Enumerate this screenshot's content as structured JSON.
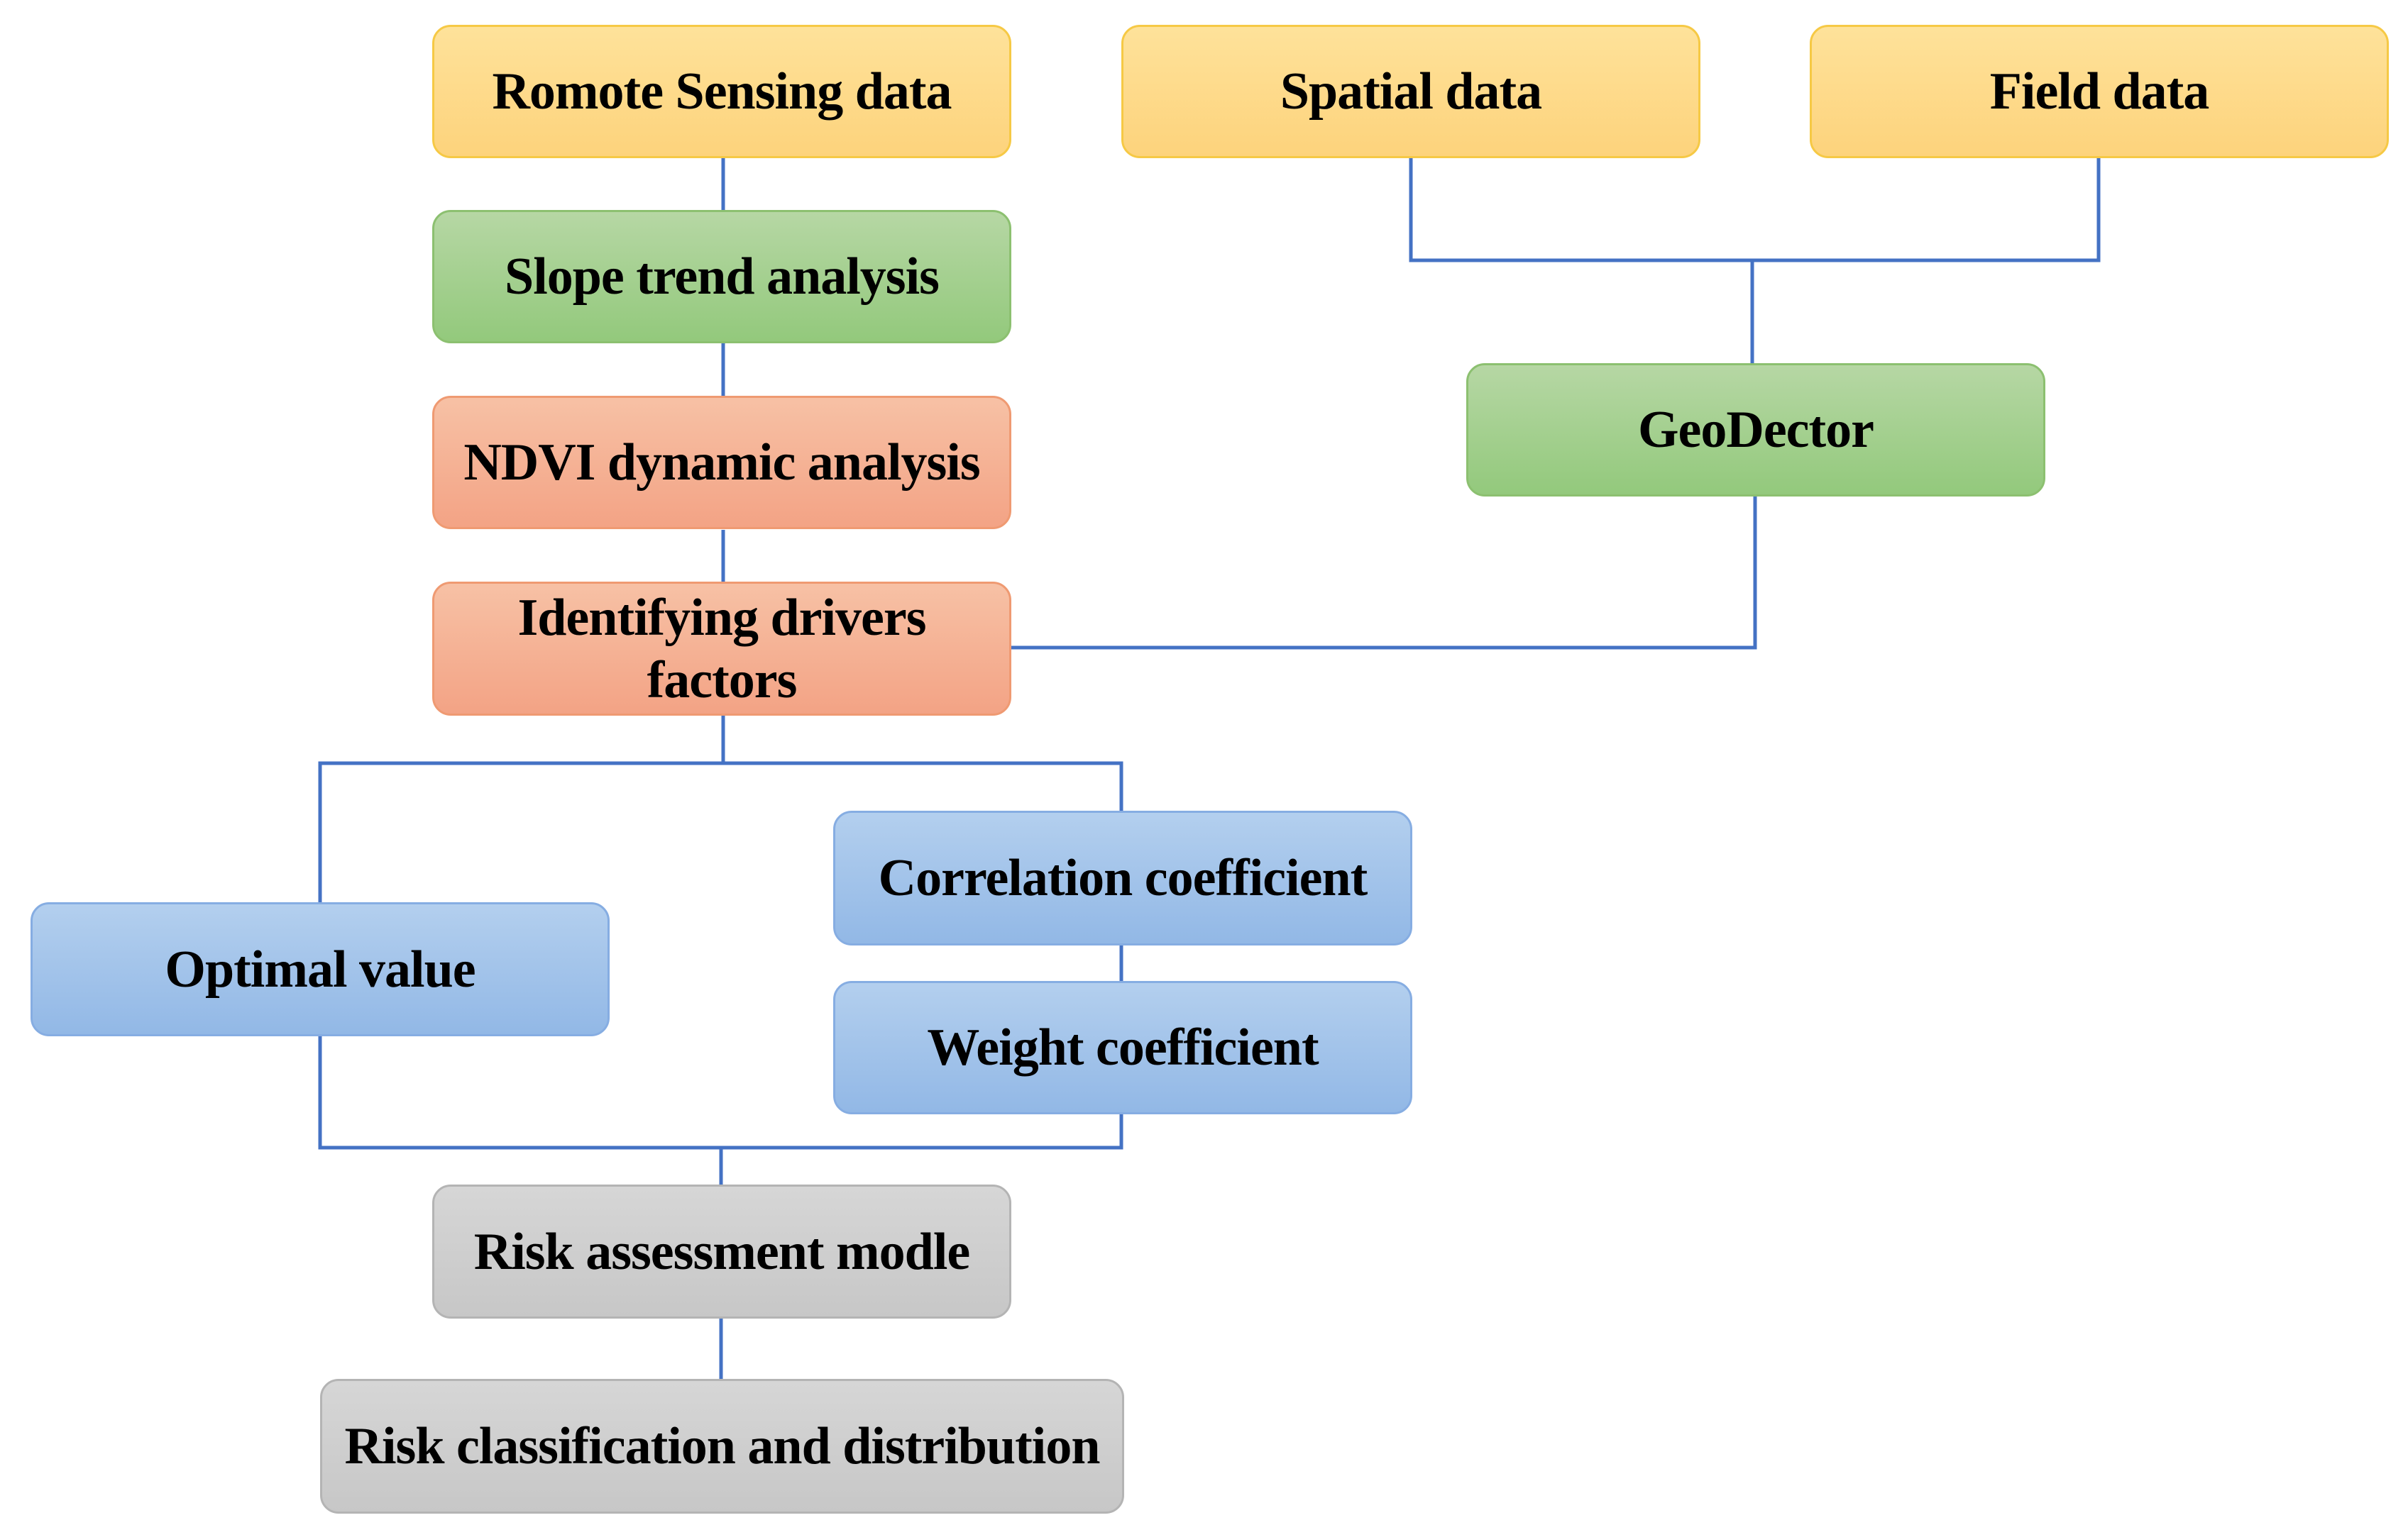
{
  "nodes": {
    "remote_sensing": "Romote Sensing data",
    "spatial": "Spatial data",
    "field": "Field data",
    "slope": "Slope trend analysis",
    "geodector": "GeoDector",
    "ndvi": "NDVI dynamic analysis",
    "drivers_line1": "Identifying drivers",
    "drivers_line2": "factors",
    "correlation": "Correlation coefficient",
    "optimal": "Optimal value",
    "weight": "Weight coefficient",
    "risk_model": "Risk assessment modle",
    "risk_class": "Risk classification and distribution"
  },
  "colors": {
    "connector": "#4472C4",
    "input_fill": "#fdd37c",
    "analysis_fill": "#93c97c",
    "driver_fill": "#f3a385",
    "coefficient_fill": "#92b8e6",
    "output_fill": "#c7c7c7"
  }
}
